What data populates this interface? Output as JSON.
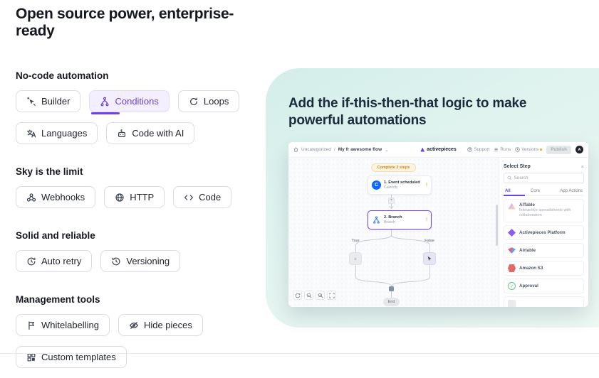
{
  "title": "Open source power, enterprise-ready",
  "colors": {
    "accent": "#6e41e2",
    "warning": "#f59e0b",
    "panel_teal_start": "#d4eeea",
    "panel_teal_end": "#eef9f4",
    "calendly_blue": "#0b69ff"
  },
  "sections": [
    {
      "heading": "No-code automation",
      "buttons": [
        {
          "label": "Builder",
          "icon": "cursor-spark-icon"
        },
        {
          "label": "Conditions",
          "icon": "branch-icon",
          "active": true
        },
        {
          "label": "Loops",
          "icon": "loop-icon"
        },
        {
          "label": "Languages",
          "icon": "translate-icon"
        },
        {
          "label": "Code with AI",
          "icon": "robot-icon"
        }
      ]
    },
    {
      "heading": "Sky is the limit",
      "buttons": [
        {
          "label": "Webhooks",
          "icon": "webhook-icon"
        },
        {
          "label": "HTTP",
          "icon": "globe-icon"
        },
        {
          "label": "Code",
          "icon": "code-brackets-icon"
        }
      ]
    },
    {
      "heading": "Solid and reliable",
      "buttons": [
        {
          "label": "Auto retry",
          "icon": "retry-clock-icon"
        },
        {
          "label": "Versioning",
          "icon": "history-icon"
        }
      ]
    },
    {
      "heading": "Management tools",
      "buttons": [
        {
          "label": "Whitelabelling",
          "icon": "flag-icon"
        },
        {
          "label": "Hide pieces",
          "icon": "eye-off-icon"
        },
        {
          "label": "Custom templates",
          "icon": "grid-icon"
        }
      ]
    }
  ],
  "panel": {
    "heading": "Add the if-this-then-that logic to make powerful automations"
  },
  "app": {
    "topbar": {
      "folder": "Uncategorized",
      "separator": "/",
      "flow_name": "My fr awesome flow",
      "chevron": "⌄",
      "brand": "activepieces",
      "support": "Support",
      "runs": "Runs",
      "versions": "Versions",
      "publish": "Publish",
      "avatar": "A"
    },
    "canvas": {
      "badge": "Complete 2 steps",
      "node1_title": "1. Event scheduled",
      "node1_subtitle": "Calendly",
      "node1_icon_letter": "C",
      "node2_title": "2. Branch",
      "node2_subtitle": "Branch",
      "warning": "!",
      "plus": "+",
      "true_label": "True",
      "false_label": "False",
      "end_label": "End"
    },
    "step_panel": {
      "title": "Select Step",
      "close": "×",
      "search_placeholder": "Search",
      "tabs": [
        "All",
        "Core",
        "App Actions"
      ],
      "items": [
        {
          "name": "AITable",
          "description": "Interactive spreadsheets with collaboration"
        },
        {
          "name": "Activepieces Platform"
        },
        {
          "name": "Airtable"
        },
        {
          "name": "Amazon S3"
        },
        {
          "name": "Approval"
        }
      ],
      "approval_check": "✓"
    }
  }
}
